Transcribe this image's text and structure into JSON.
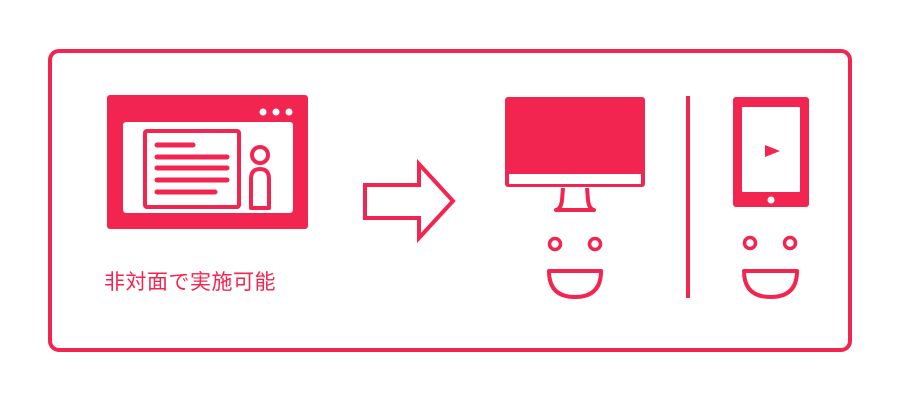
{
  "colors": {
    "accent": "#f22550",
    "background": "#ffffff"
  },
  "left_panel": {
    "icon": "browser-window-with-document-and-person-icon",
    "caption": "非対面で実施可能"
  },
  "arrow": {
    "icon": "right-arrow-outline-icon"
  },
  "right_panel": {
    "devices": [
      {
        "name": "desktop-monitor",
        "icon": "monitor-icon",
        "face": "smiley-face-icon"
      },
      {
        "name": "tablet",
        "icon": "tablet-play-icon",
        "face": "smiley-face-icon"
      }
    ]
  }
}
